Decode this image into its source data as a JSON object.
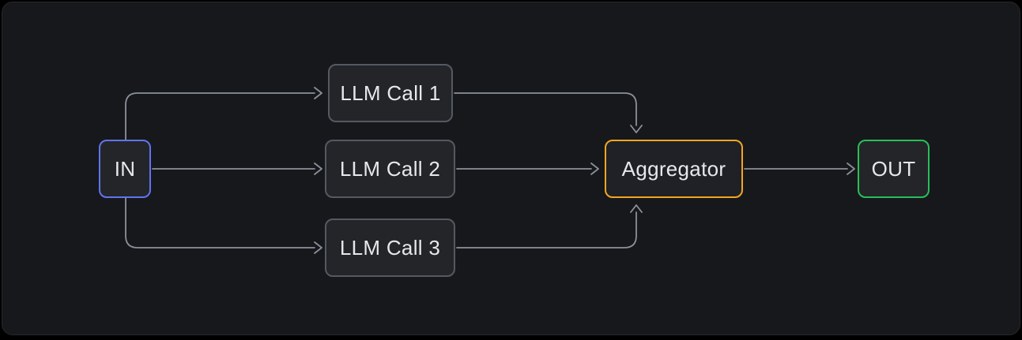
{
  "theme": {
    "background": "#000000",
    "panel": "#17181c",
    "panel_border": "#26272b",
    "line": "#8b909b",
    "text": "#e7e8eb",
    "node_fill": "#242529"
  },
  "diagram": {
    "nodes": {
      "input": {
        "label": "IN",
        "border_color": "#6273f1"
      },
      "llm_call_1": {
        "label": "LLM Call 1",
        "border_color": "#545962"
      },
      "llm_call_2": {
        "label": "LLM Call 2",
        "border_color": "#545962"
      },
      "llm_call_3": {
        "label": "LLM Call 3",
        "border_color": "#545962"
      },
      "aggregator": {
        "label": "Aggregator",
        "border_color": "#f2a71f"
      },
      "output": {
        "label": "OUT",
        "border_color": "#27bf59"
      }
    },
    "edges": [
      {
        "from": "IN",
        "to": "LLM Call 1"
      },
      {
        "from": "IN",
        "to": "LLM Call 2"
      },
      {
        "from": "IN",
        "to": "LLM Call 3"
      },
      {
        "from": "LLM Call 1",
        "to": "Aggregator"
      },
      {
        "from": "LLM Call 2",
        "to": "Aggregator"
      },
      {
        "from": "LLM Call 3",
        "to": "Aggregator"
      },
      {
        "from": "Aggregator",
        "to": "OUT"
      }
    ]
  }
}
